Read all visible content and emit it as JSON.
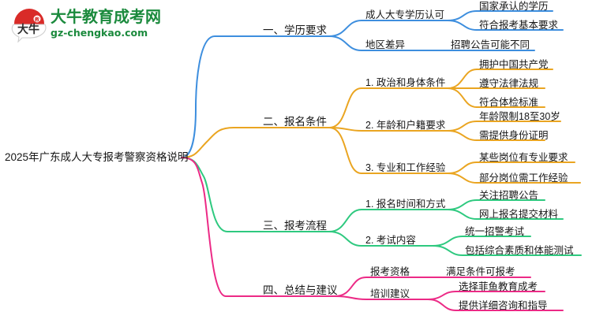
{
  "logo": {
    "icon": "daniu-bull-logo-icon",
    "title": "大牛教育成考网",
    "url": "gz-chengkao.com",
    "brand_color": "#1b8a3d",
    "mark_color": "#d92b28"
  },
  "mindmap": {
    "root": {
      "label": "2025年广东成人大专报考警察资格说明"
    },
    "branch_colors": {
      "branch1": "#3d8ede",
      "branch2": "#eaa521",
      "branch3": "#2ec97f",
      "branch4": "#ec2a86"
    },
    "branches": [
      {
        "label": "一、学历要求",
        "color": "#3d8ede",
        "children": [
          {
            "label": "成人大专学历认可",
            "leaves": [
              {
                "label": "国家承认的学历"
              },
              {
                "label": "符合报考基本要求"
              }
            ]
          },
          {
            "label": "地区差异",
            "leaves": [
              {
                "label": "招聘公告可能不同"
              }
            ]
          }
        ]
      },
      {
        "label": "二、报名条件",
        "color": "#eaa521",
        "children": [
          {
            "label": "1. 政治和身体条件",
            "leaves": [
              {
                "label": "拥护中国共产党"
              },
              {
                "label": "遵守法律法规"
              },
              {
                "label": "符合体检标准"
              }
            ]
          },
          {
            "label": "2. 年龄和户籍要求",
            "leaves": [
              {
                "label": "年龄限制18至30岁"
              },
              {
                "label": "需提供身份证明"
              }
            ]
          },
          {
            "label": "3. 专业和工作经验",
            "leaves": [
              {
                "label": "某些岗位有专业要求"
              },
              {
                "label": "部分岗位需工作经验"
              }
            ]
          }
        ]
      },
      {
        "label": "三、报考流程",
        "color": "#2ec97f",
        "children": [
          {
            "label": "1. 报名时间和方式",
            "leaves": [
              {
                "label": "关注招聘公告"
              },
              {
                "label": "网上报名提交材料"
              }
            ]
          },
          {
            "label": "2. 考试内容",
            "leaves": [
              {
                "label": "统一招警考试"
              },
              {
                "label": "包括综合素质和体能测试"
              }
            ]
          }
        ]
      },
      {
        "label": "四、总结与建议",
        "color": "#ec2a86",
        "children": [
          {
            "label": "报考资格",
            "leaves": [
              {
                "label": "满足条件可报考"
              }
            ]
          },
          {
            "label": "培训建议",
            "leaves": [
              {
                "label": "选择菲鱼教育成考"
              },
              {
                "label": "提供详细咨询和指导"
              }
            ]
          }
        ]
      }
    ]
  }
}
